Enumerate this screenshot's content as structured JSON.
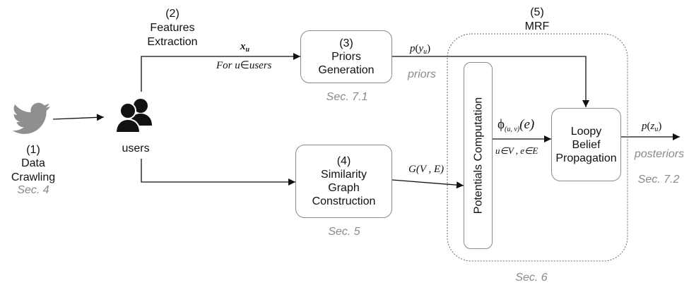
{
  "steps": {
    "s1": {
      "number": "(1)",
      "line1": "Data",
      "line2": "Crawling",
      "section": "Sec. 4"
    },
    "s2": {
      "number": "(2)",
      "line1": "Features",
      "line2": "Extraction"
    },
    "s3": {
      "number": "(3)",
      "line1": "Priors",
      "line2": "Generation",
      "section": "Sec. 7.1"
    },
    "s4": {
      "number": "(4)",
      "line1": "Similarity",
      "line2": "Graph",
      "line3": "Construction",
      "section": "Sec. 5"
    },
    "s5": {
      "number": "(5)",
      "title": "MRF",
      "section": "Sec. 6"
    }
  },
  "users_label": "users",
  "potentials_label": "Potentials Computation",
  "lbp": {
    "line1": "Loopy",
    "line2": "Belief",
    "line3": "Propagation",
    "section": "Sec. 7.2"
  },
  "edge_labels": {
    "features": "x",
    "features_sub": "u",
    "for_prefix": "For ",
    "for_var": "u",
    "for_in": "∈",
    "for_set": "users",
    "prior_func": "p",
    "prior_open": "(",
    "prior_var": "y",
    "prior_sub": "u",
    "prior_close": ")",
    "priors": "priors",
    "graph_func": "G",
    "graph_args": "(V , E)",
    "phi": "ϕ",
    "phi_sub": "(u, v)",
    "phi_arg": "(e)",
    "potential_domain": "u∈V , e∈E",
    "post_func": "p",
    "post_open": "(",
    "post_var": "z",
    "post_sub": "u",
    "post_close": ")",
    "posteriors": "posteriors"
  },
  "icons": [
    "twitter-bird-icon",
    "users-icon"
  ],
  "colors": {
    "icon_gray": "#8f8f8f",
    "section_gray": "#8a8a8a",
    "box_border": "#8a8a8a"
  }
}
